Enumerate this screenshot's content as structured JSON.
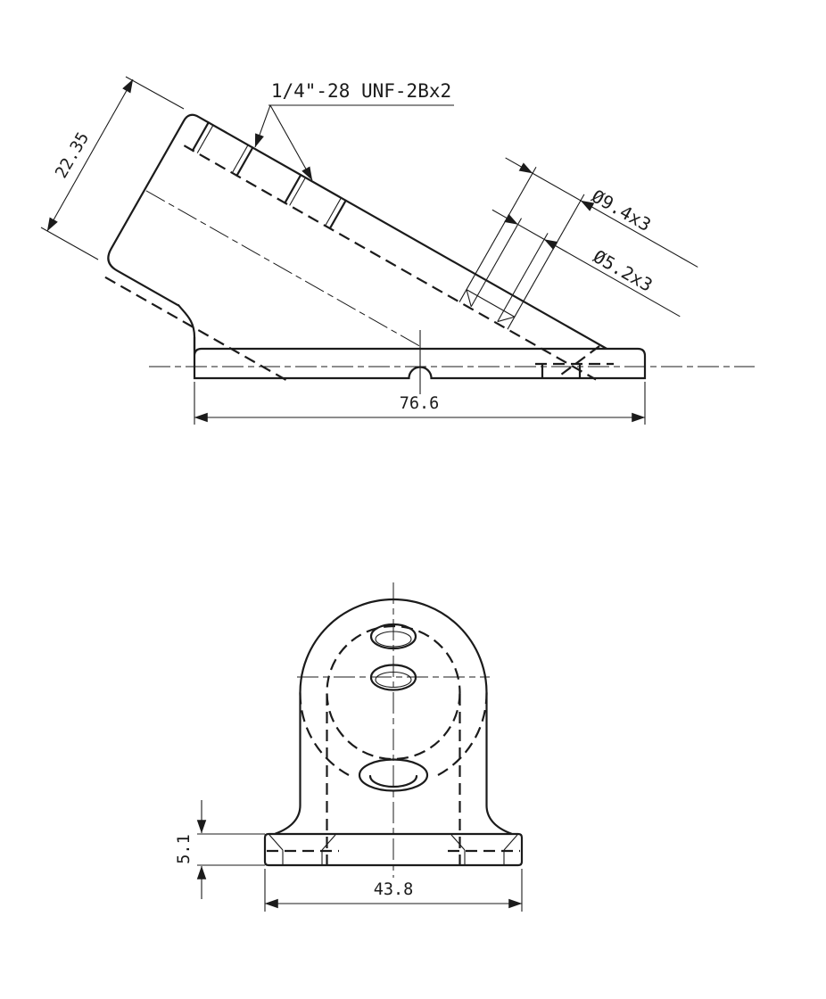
{
  "drawing": {
    "background": "#ffffff",
    "line_color": "#1b1b1b",
    "side_view": {
      "thread_note": "1/4\"-28 UNF-2Bx2",
      "arm_width": "22.35",
      "base_length": "76.6",
      "counterbore": "Ø9.4x3",
      "through_hole": "Ø5.2x3"
    },
    "front_view": {
      "flange_height": "5.1",
      "flange_width": "43.8"
    }
  }
}
